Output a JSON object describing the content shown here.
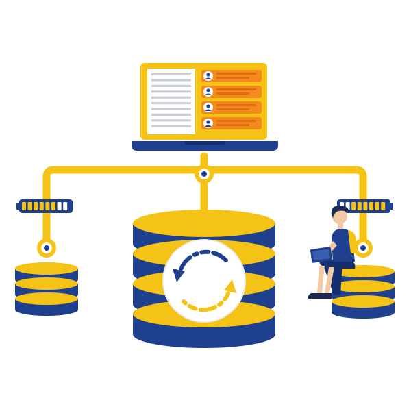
{
  "colors": {
    "primary_yellow": "#F4C316",
    "deep_yellow": "#F2B705",
    "navy": "#1F3F8F",
    "navy_dark": "#142E6E",
    "orange": "#F38B1C",
    "orange_dark": "#E06C11",
    "line_gray": "#C9CDD6",
    "white": "#FFFFFF",
    "skin": "#F2C9A5",
    "hair": "#1D2A55"
  },
  "illustration": {
    "subject": "database-sync",
    "laptop": {
      "profile_rows": 4,
      "document_lines": 10
    },
    "battery_indicators": 2,
    "small_database_layers": 3,
    "central_database_layers": 4,
    "sync_arrows": 2,
    "person": "sitting-with-laptop"
  }
}
